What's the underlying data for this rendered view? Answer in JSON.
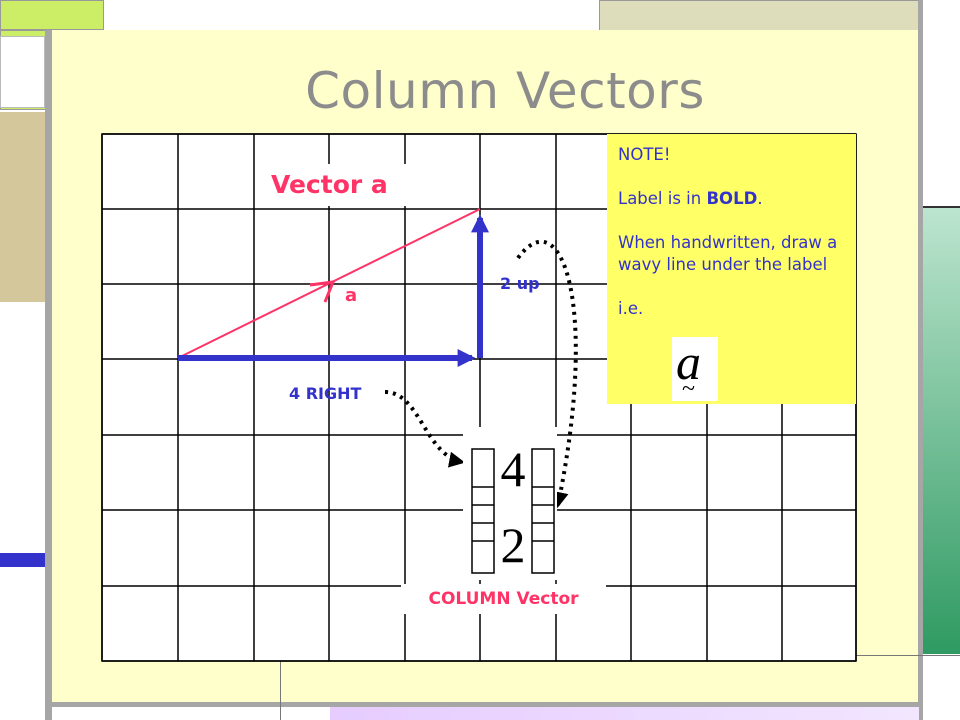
{
  "slide": {
    "title": "Column Vectors",
    "vector_label": "Vector a",
    "vector_symbol": "a",
    "horizontal_label": "4 RIGHT",
    "vertical_label": "2 up",
    "column_label": "COLUMN Vector",
    "column_vector": {
      "top": "4",
      "bottom": "2"
    }
  },
  "note": {
    "heading": "NOTE!",
    "line1_prefix": "Label is in ",
    "line1_bold": "BOLD",
    "line1_suffix": ".",
    "line2": "When handwritten, draw a wavy line under the label",
    "line3": "i.e.",
    "example_symbol": "a",
    "example_mark": "~"
  },
  "colors": {
    "background_panel": "#ffffcc",
    "accent_green": "#ccee66",
    "accent_blue": "#3333cc",
    "accent_pink": "#ff3366",
    "note_bg": "#ffff66",
    "title_grey": "#8c8c8c"
  }
}
